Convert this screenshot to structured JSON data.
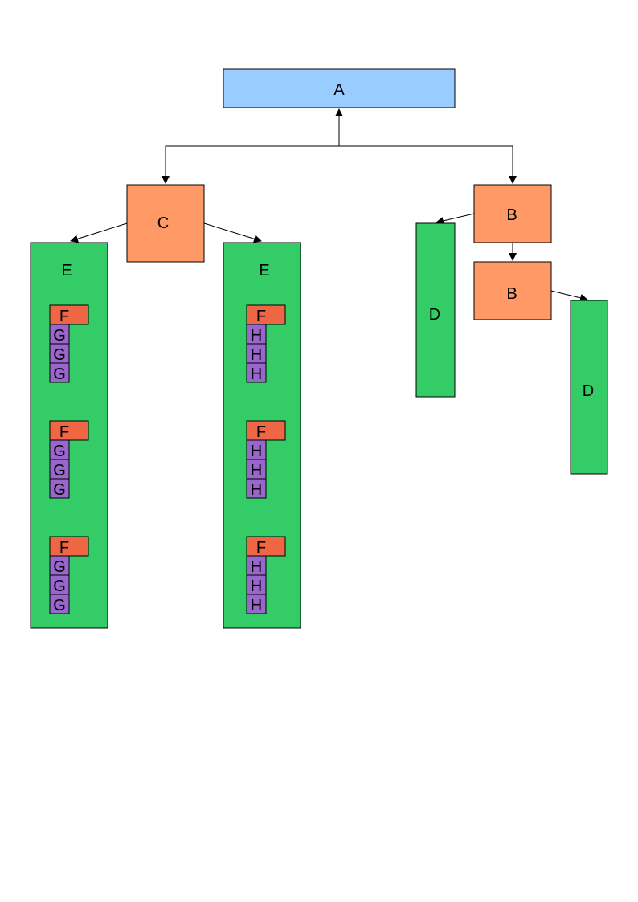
{
  "colors": {
    "top": "#99ccff",
    "orange": "#ff9966",
    "green": "#33cc66",
    "red": "#ee6644",
    "purple": "#9966cc",
    "line": "#000000"
  },
  "nodes": {
    "a": "A",
    "c": "C",
    "b1": "B",
    "b2": "B",
    "e_left": "E",
    "e_right": "E",
    "d1": "D",
    "d2": "D"
  },
  "left_groups": [
    {
      "header": "F",
      "items": [
        "G",
        "G",
        "G"
      ]
    },
    {
      "header": "F",
      "items": [
        "G",
        "G",
        "G"
      ]
    },
    {
      "header": "F",
      "items": [
        "G",
        "G",
        "G"
      ]
    }
  ],
  "right_groups": [
    {
      "header": "F",
      "items": [
        "H",
        "H",
        "H"
      ]
    },
    {
      "header": "F",
      "items": [
        "H",
        "H",
        "H"
      ]
    },
    {
      "header": "F",
      "items": [
        "H",
        "H",
        "H"
      ]
    }
  ]
}
